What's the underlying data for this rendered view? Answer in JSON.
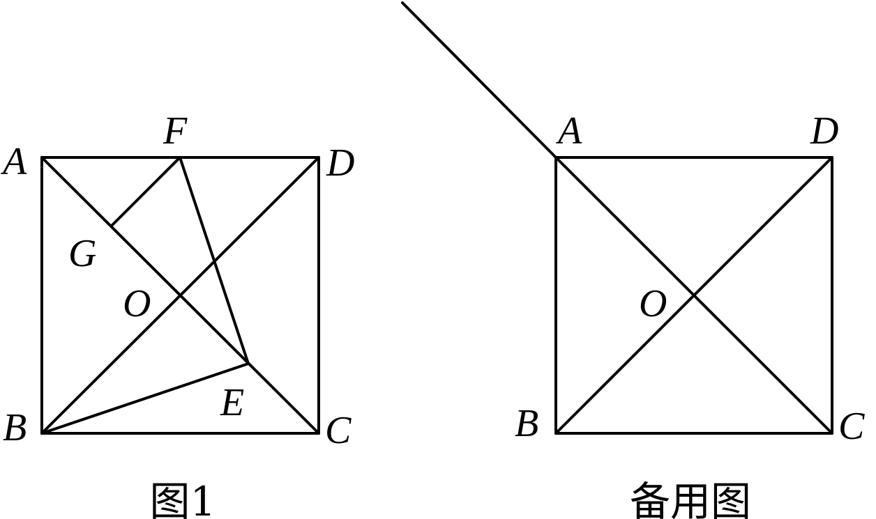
{
  "figure1": {
    "caption": "图1",
    "points": {
      "A": "A",
      "B": "B",
      "C": "C",
      "D": "D",
      "O": "O",
      "F": "F",
      "G": "G",
      "E": "E"
    }
  },
  "figure2": {
    "caption": "备用图",
    "points": {
      "A": "A",
      "B": "B",
      "C": "C",
      "D": "D",
      "O": "O"
    }
  },
  "colors": {
    "stroke": "#000000",
    "background": "#ffffff"
  }
}
